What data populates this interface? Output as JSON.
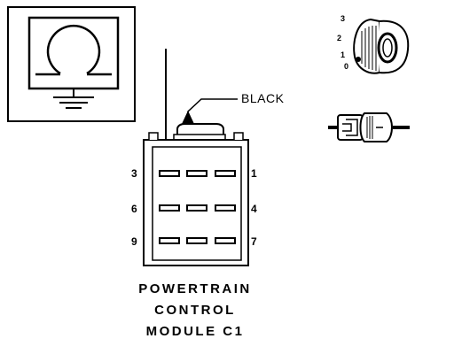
{
  "connector": {
    "color_callout": "BLACK",
    "pins": {
      "p3": "3",
      "p1": "1",
      "p6": "6",
      "p4": "4",
      "p9": "9",
      "p7": "7"
    },
    "title_lines": [
      "POWERTRAIN",
      "CONTROL",
      "MODULE C1"
    ]
  },
  "ignition_key": {
    "positions": [
      "3",
      "2",
      "1",
      "0"
    ]
  },
  "colors": {
    "ink": "#000000",
    "background": "#ffffff"
  }
}
